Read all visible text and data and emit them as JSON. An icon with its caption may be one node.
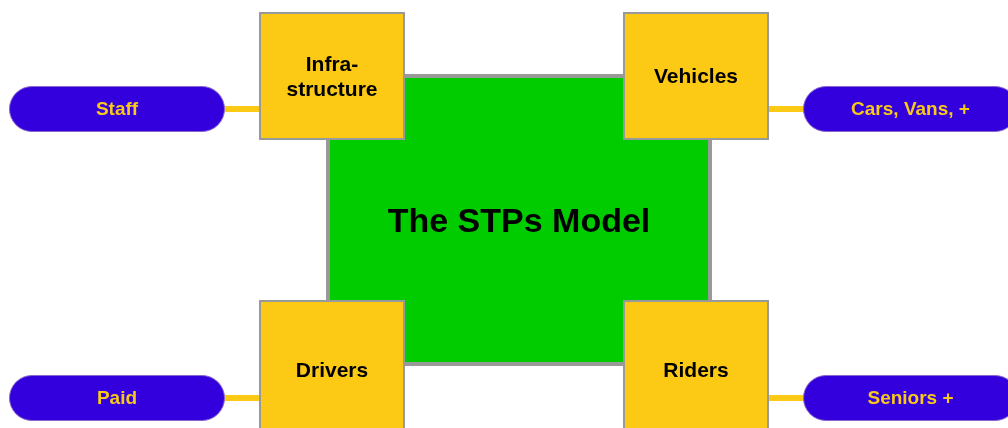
{
  "diagram": {
    "nodes": [
      {
        "text": [
          "Infra- structure"
        ]
      },
      {
        "text": [
          "Vehicles"
        ]
      },
      {
        "text": [
          "Staff"
        ]
      },
      {
        "text": [
          "Cars, Vans, +"
        ]
      },
      {
        "text": [
          "The STPs Model"
        ]
      },
      {
        "text": [
          "Drivers"
        ]
      },
      {
        "text": [
          "Riders"
        ]
      },
      {
        "text": [
          "Paid"
        ]
      },
      {
        "text": [
          "Seniors +"
        ]
      }
    ],
    "edges": [
      {
        "from": 2,
        "to": 0,
        "arrow": "none"
      },
      {
        "from": 3,
        "to": 1,
        "arrow": "none"
      },
      {
        "from": 7,
        "to": 5,
        "arrow": "none"
      },
      {
        "from": 8,
        "to": 6,
        "arrow": "none"
      }
    ]
  }
}
